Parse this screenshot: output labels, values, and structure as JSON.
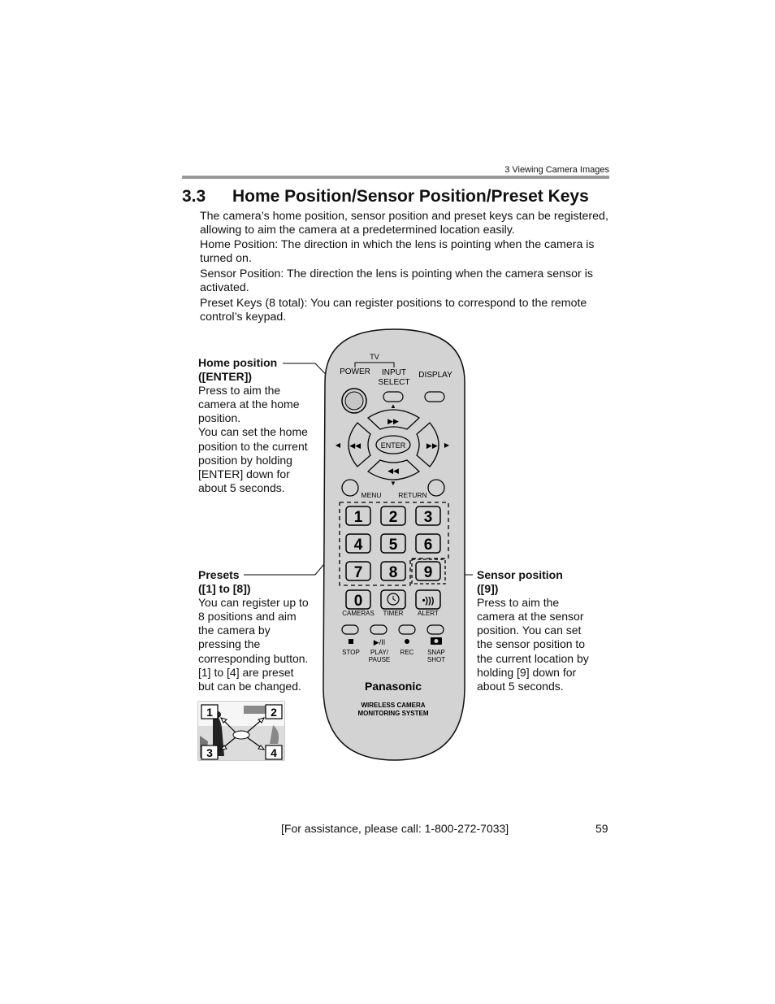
{
  "header": {
    "running_head": "3   Viewing Camera Images"
  },
  "section": {
    "number": "3.3",
    "title": "Home Position/Sensor Position/Preset Keys"
  },
  "paragraphs": [
    "The camera’s home position, sensor position and preset keys can be registered, allowing to aim the camera at a predetermined location easily.",
    "Home Position: The direction in which the lens is pointing when the camera is turned on.",
    "Sensor Position: The direction the lens is pointing when the camera sensor is activated.",
    "Preset Keys (8 total): You can register positions to correspond to the remote control’s keypad."
  ],
  "callouts": {
    "home": {
      "title1": "Home position",
      "title2": "([ENTER])",
      "text": [
        "Press to aim the",
        "camera at the home",
        "position.",
        "You can set the home",
        "position to the current",
        "position by holding",
        "[ENTER] down for",
        "about 5 seconds."
      ]
    },
    "presets": {
      "title1": "Presets",
      "title2": "([1] to [8])",
      "text": [
        "You can register up to",
        "8 positions and aim",
        "the camera by",
        "pressing the",
        "corresponding button.",
        "[1] to [4] are preset",
        "but can be changed."
      ]
    },
    "sensor": {
      "title1": "Sensor position",
      "title2": "([9])",
      "text": [
        "Press to aim the",
        "camera at the sensor",
        "position. You can set",
        "the sensor position to",
        "the current location by",
        "holding [9] down for",
        "about 5 seconds."
      ]
    }
  },
  "remote": {
    "tv": "TV",
    "power": "POWER",
    "input1": "INPUT",
    "input2": "SELECT",
    "display": "DISPLAY",
    "enter": "ENTER",
    "menu": "MENU",
    "return": "RETURN",
    "keys": [
      "1",
      "2",
      "3",
      "4",
      "5",
      "6",
      "7",
      "8",
      "9"
    ],
    "zero": "0",
    "cameras": "CAMERAS",
    "timer": "TIMER",
    "alert": "ALERT",
    "stop": "STOP",
    "play1": "PLAY/",
    "play2": "PAUSE",
    "rec": "REC",
    "snap1": "SNAP",
    "snap2": "SHOT",
    "brand": "Panasonic",
    "sys1": "WIRELESS CAMERA",
    "sys2": "MONITORING SYSTEM"
  },
  "thumbnail": {
    "labels": [
      "1",
      "2",
      "3",
      "4"
    ]
  },
  "footer": {
    "assist": "[For assistance, please call: 1-800-272-7033]",
    "page": "59"
  }
}
